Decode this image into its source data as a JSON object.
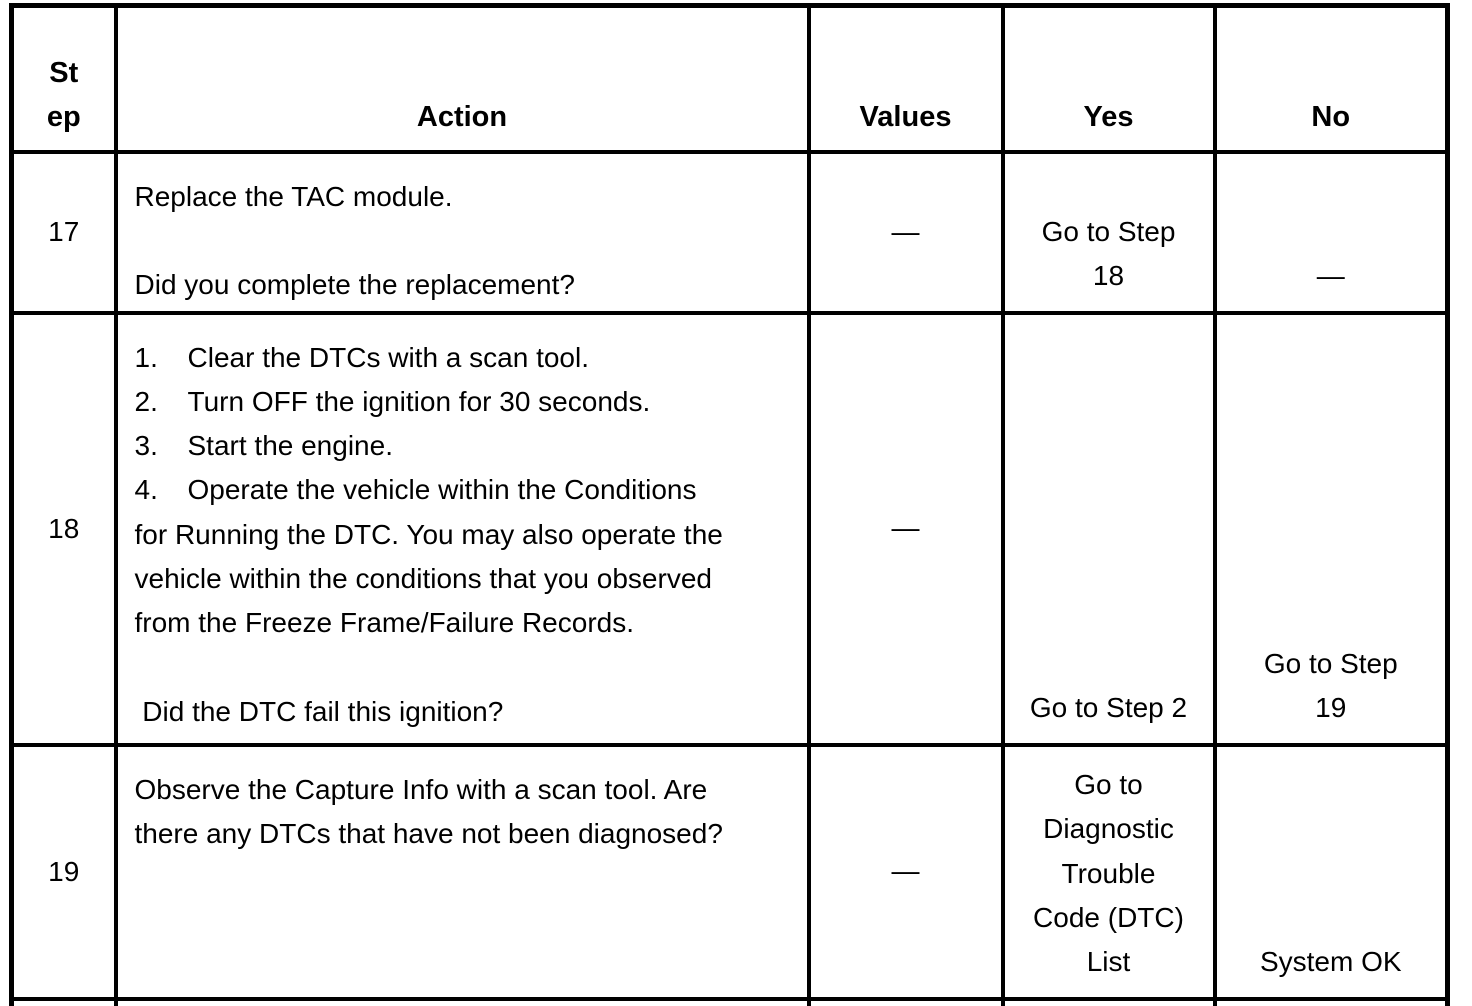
{
  "colors": {
    "border": "#000000",
    "text": "#000000",
    "background": "#ffffff"
  },
  "table": {
    "columns": [
      {
        "key": "step",
        "label": "Step",
        "header_lines": [
          "St",
          "ep"
        ]
      },
      {
        "key": "action",
        "label": "Action",
        "header_lines": [
          "Action"
        ]
      },
      {
        "key": "values",
        "label": "Values",
        "header_lines": [
          "Values"
        ]
      },
      {
        "key": "yes",
        "label": "Yes",
        "header_lines": [
          "Yes"
        ]
      },
      {
        "key": "no",
        "label": "No",
        "header_lines": [
          "No"
        ]
      }
    ],
    "rows": [
      {
        "step": "17",
        "action_lines": [
          {
            "marker": "",
            "text": "Replace the TAC module."
          },
          {
            "marker": "",
            "text": ""
          },
          {
            "marker": "",
            "text": "Did you complete the replacement?"
          }
        ],
        "values_lines": [
          "—"
        ],
        "yes_lines": [
          "Go to Step",
          "18"
        ],
        "no_lines": [
          "—"
        ]
      },
      {
        "step": "18",
        "action_lines": [
          {
            "marker": "1.",
            "text": "Clear the DTCs with a scan tool."
          },
          {
            "marker": "2.",
            "text": "Turn OFF the ignition for 30 seconds."
          },
          {
            "marker": "3.",
            "text": "Start the engine."
          },
          {
            "marker": "4.",
            "text": "Operate the vehicle within the Conditions"
          },
          {
            "marker": "",
            "text": "for Running the DTC. You may also operate the"
          },
          {
            "marker": "",
            "text": "vehicle within the conditions that you observed"
          },
          {
            "marker": "",
            "text": "from the Freeze Frame/Failure Records."
          },
          {
            "marker": "",
            "text": ""
          },
          {
            "marker": "",
            "text": " Did the DTC fail this ignition?"
          }
        ],
        "values_lines": [
          "—"
        ],
        "yes_lines": [
          "Go to Step 2"
        ],
        "no_lines": [
          "Go to Step",
          "19"
        ]
      },
      {
        "step": "19",
        "action_lines": [
          {
            "marker": "",
            "text": "Observe the Capture Info with a scan tool. Are"
          },
          {
            "marker": "",
            "text": "there any DTCs that have not been diagnosed?"
          }
        ],
        "values_lines": [
          "—"
        ],
        "yes_lines": [
          "Go to",
          "Diagnostic",
          "Trouble",
          "Code (DTC)",
          "List"
        ],
        "no_lines": [
          "System OK"
        ]
      }
    ]
  }
}
